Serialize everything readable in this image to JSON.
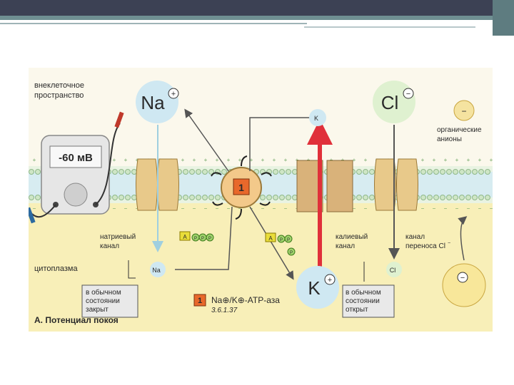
{
  "labels": {
    "extracellular_1": "внеклеточное",
    "extracellular_2": "пространство",
    "cytoplasm": "цитоплазма",
    "meter_reading": "-60 мВ",
    "na_big": "Na",
    "na_small": "Na",
    "k_big": "K",
    "k_small": "K",
    "cl_big": "Cl",
    "cl_small": "Cl",
    "na_channel_1": "натриевый",
    "na_channel_2": "канал",
    "k_channel_1": "калиевый",
    "k_channel_2": "канал",
    "cl_channel_1": "канал",
    "cl_channel_2": "переноса Cl",
    "organic_1": "органические",
    "organic_2": "анионы",
    "closed_1": "в обычном",
    "closed_2": "состоянии",
    "closed_3": "закрыт",
    "open_1": "в обычном",
    "open_2": "состоянии",
    "open_3": "открыт",
    "enzyme_number": "1",
    "enzyme_name": "Na⊕/K⊕-ATP-аза",
    "enzyme_code": "3.6.1.37",
    "caption": "А. Потенциал покоя",
    "plus": "+",
    "minus": "−",
    "phosphate": "P",
    "adenine": "A",
    "cl_minus_superscript": "−"
  },
  "colors": {
    "na": "#cfe8f2",
    "k": "#cfe8f2",
    "cl": "#dff1d0",
    "k_arrow": "#e0303a",
    "membrane": "#b7dce8",
    "lipid_head": "#cfe6c6",
    "cytoplasm": "#f8efb8",
    "extracellular": "#fbf8ec",
    "enzyme": "#f3c98a",
    "badge": "#e8682b"
  }
}
